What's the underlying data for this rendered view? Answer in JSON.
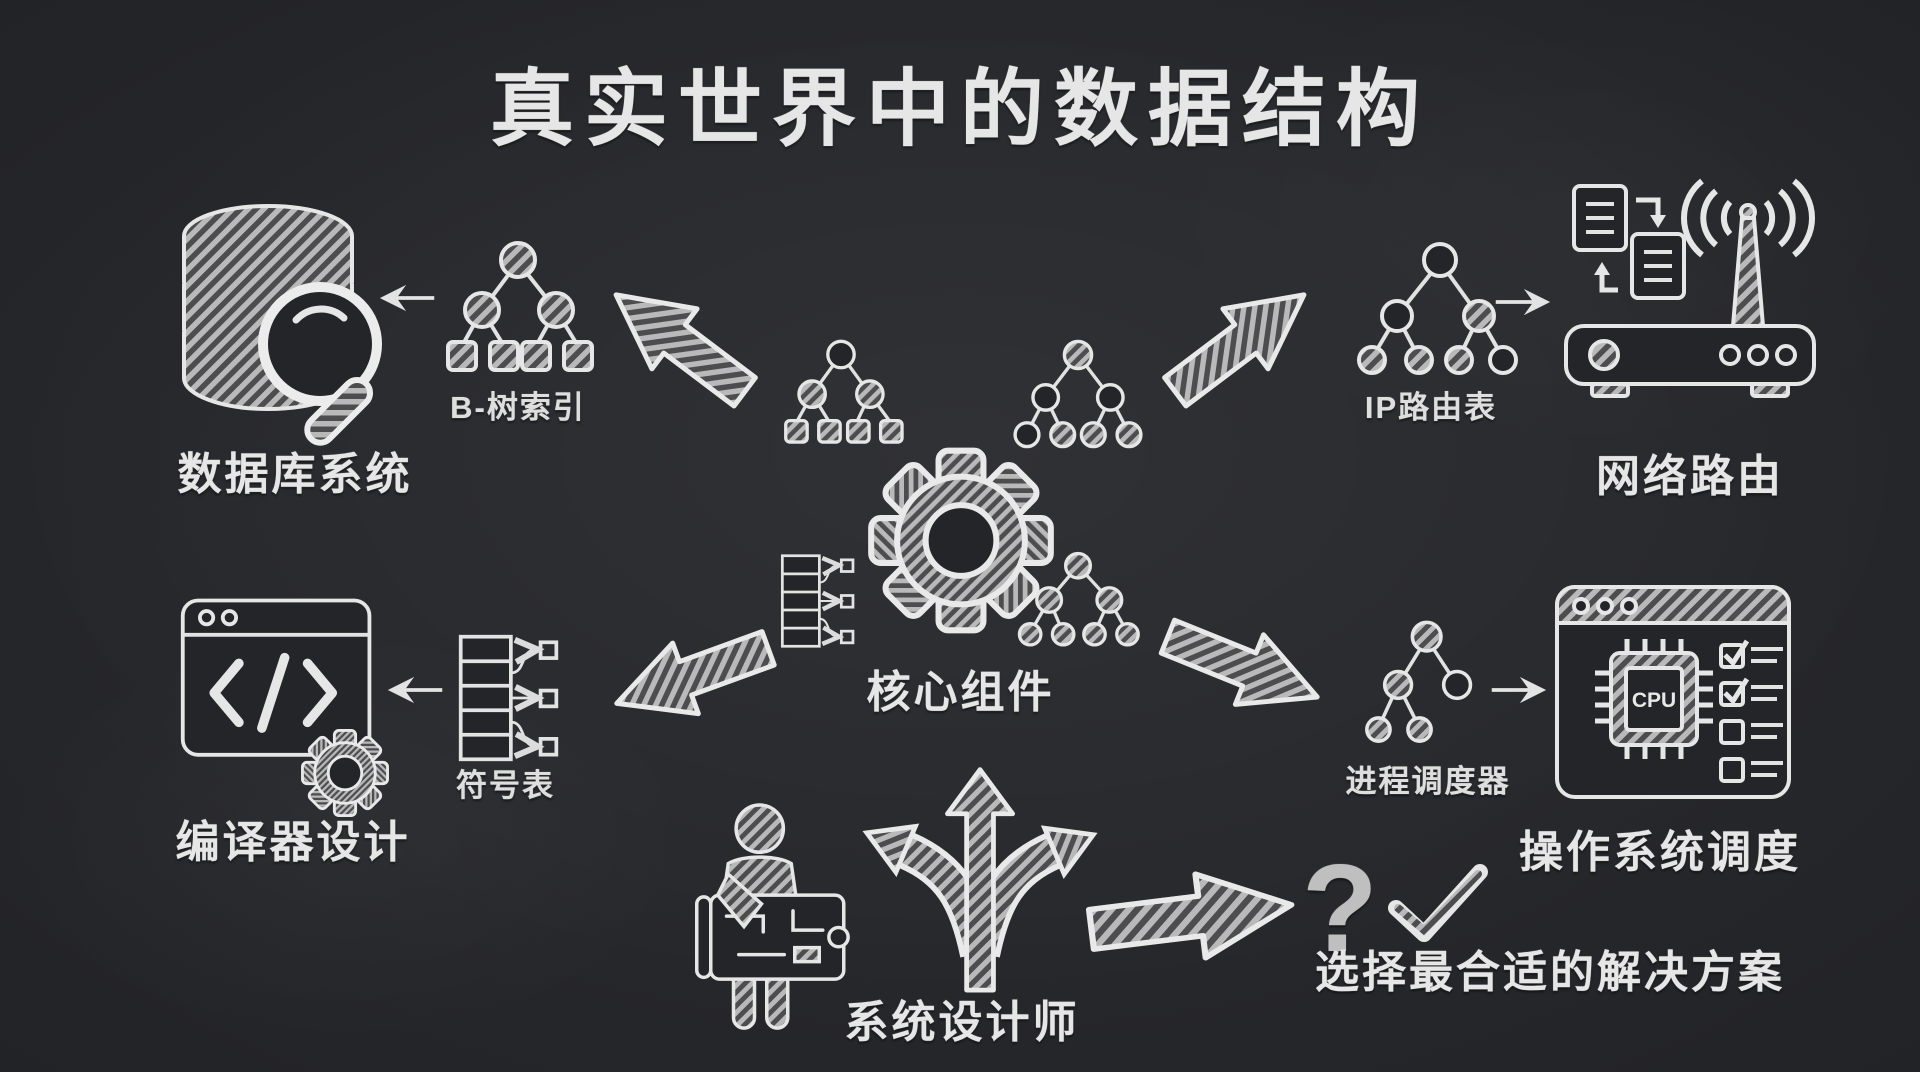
{
  "title": "真实世界中的数据结构",
  "colors": {
    "background": "#212226",
    "chalk": "#e6e6e6",
    "hatch_light": "#b9b9ba",
    "hatch_dark": "#4d4d4f"
  },
  "center": {
    "label": "核心组件"
  },
  "groups": {
    "database": {
      "structure_label": "B-树索引",
      "app_label": "数据库系统"
    },
    "network": {
      "structure_label": "IP路由表",
      "app_label": "网络路由"
    },
    "compiler": {
      "structure_label": "符号表",
      "app_label": "编译器设计"
    },
    "os": {
      "structure_label": "进程调度器",
      "app_label": "操作系统调度",
      "cpu_chip_text": "CPU"
    },
    "designer": {
      "label": "系统设计师"
    },
    "solution": {
      "label": "选择最合适的解决方案",
      "question_glyph": "?",
      "check_glyph": "✓"
    }
  }
}
